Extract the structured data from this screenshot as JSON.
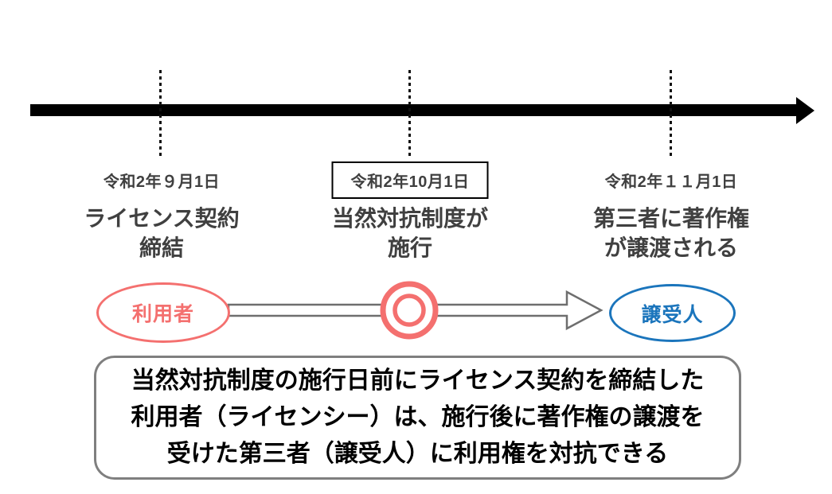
{
  "diagram": {
    "type": "timeline",
    "milestones": [
      {
        "date": "令和2年９月1日",
        "date_boxed": false,
        "event": "ライセンス契約\n締結"
      },
      {
        "date": "令和2年10月1日",
        "date_boxed": true,
        "event": "当然対抗制度が\n施行"
      },
      {
        "date": "令和2年１１月1日",
        "date_boxed": false,
        "event": "第三者に著作権\nが譲渡される"
      }
    ],
    "flow": {
      "from": {
        "label": "利用者",
        "color": "#F4706F"
      },
      "to": {
        "label": "譲受人",
        "color": "#1B75BC"
      },
      "marker": {
        "shape": "double-circle",
        "color": "#F4706F"
      }
    },
    "summary": "当然対抗制度の施行日前にライセンス契約を締結した\n利用者（ライセンシー）は、施行後に著作権の譲渡を\n受けた第三者（譲受人）に利用権を対抗できる",
    "colors": {
      "axis": "#000000",
      "heading_text": "#404040",
      "licensee": "#F4706F",
      "assignee": "#1B75BC",
      "flow_arrow_outline": "#6E6E6E",
      "summary_border": "#7F7F7F"
    }
  }
}
